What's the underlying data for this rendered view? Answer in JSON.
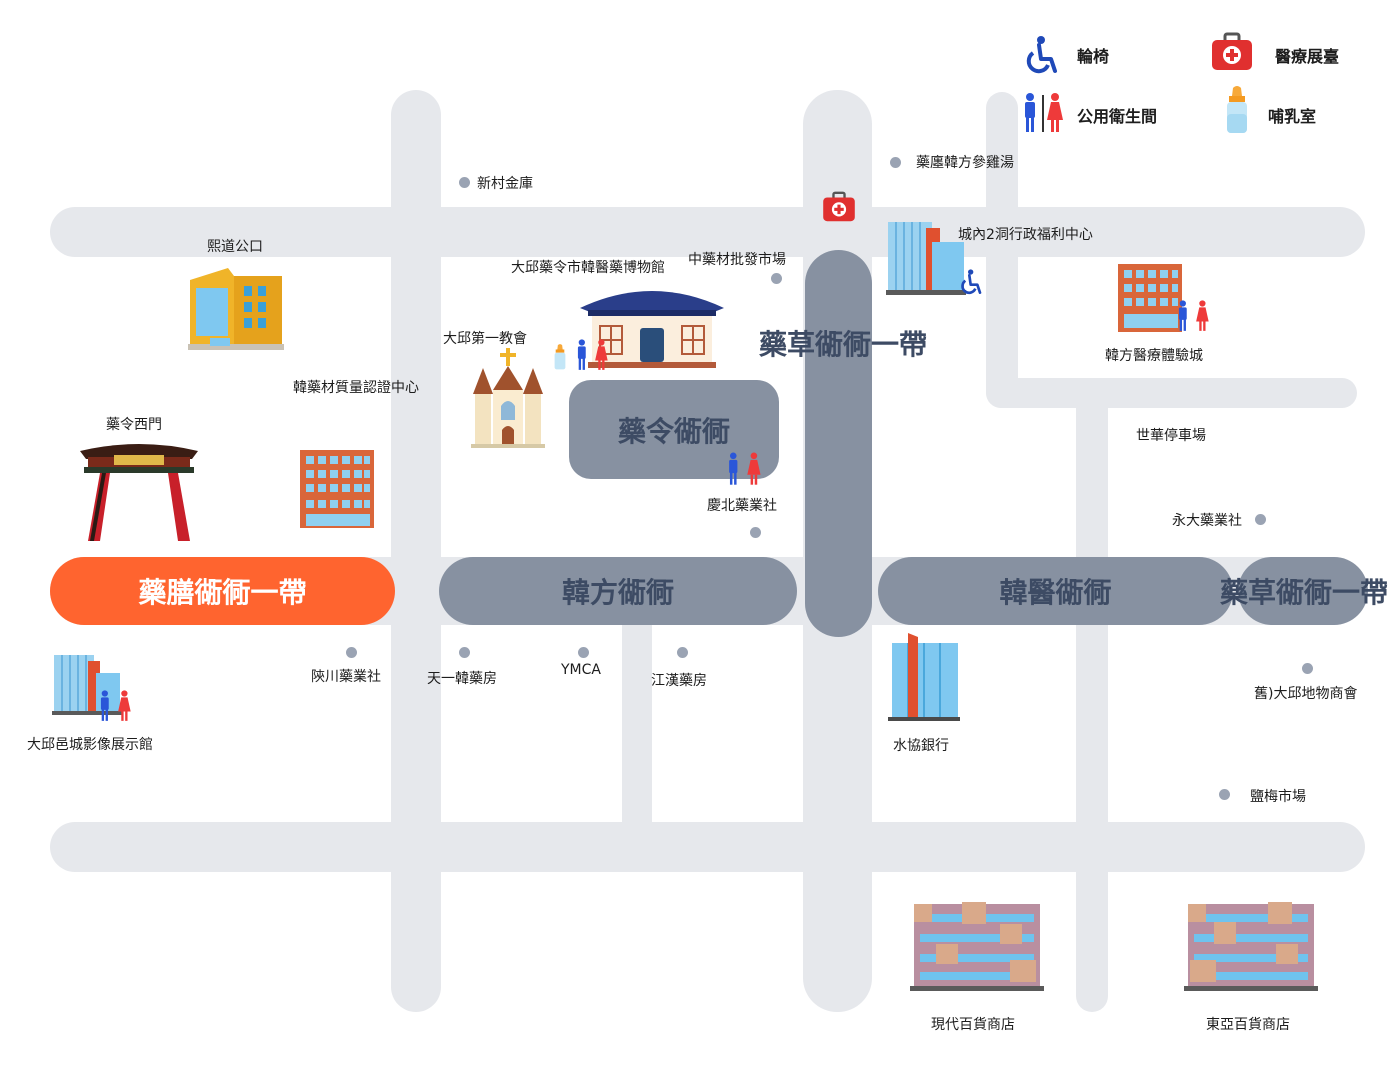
{
  "legend": {
    "wheelchair": "輪椅",
    "medical_booth": "醫療展臺",
    "restroom": "公用衛生間",
    "nursing_room": "哺乳室"
  },
  "streets": {
    "yakjeon": "藥膳衚衕一帶",
    "hanbang": "韓方衚衕",
    "yakyeong": "藥令衚衕",
    "hanui": "韓醫衚衕",
    "yakcho_vertical": "藥草衚衕一帶",
    "yakcho_right": "藥草衚衕一帶"
  },
  "places": {
    "sinchon_bank": "新村金庫",
    "yakjeon_samgyetang": "藥廛韓方參雞湯",
    "huido_public": "熙道公口",
    "museum": "大邱藥令市韓醫藥博物館",
    "herb_market": "中藥材批發市場",
    "welfare_center": "城內2洞行政福利中心",
    "first_church": "大邱第一教會",
    "quality_center": "韓藥材質量認證中心",
    "west_gate": "藥令西門",
    "experience_town": "韓方醫療體驗城",
    "sehwa_parking": "世華停車場",
    "yeongdae_pharmacy": "永大藥業社",
    "gyeongbuk_pharmacy": "慶北藥業社",
    "hapcheon_pharmacy": "陝川藥業社",
    "cheonil_pharmacy": "天一韓藥房",
    "ymca": "YMCA",
    "gangnam_pharmacy": "江漢藥房",
    "old_store": "舊)大邱地物商會",
    "image_hall": "大邱邑城影像展示館",
    "suhyup_bank": "水協銀行",
    "yeomae_market": "鹽梅市場",
    "hyundai_store": "現代百貨商店",
    "donga_store": "東亞百貨商店"
  },
  "colors": {
    "road": "#e6e8ec",
    "street_gray": "#8791a1",
    "street_highlight": "#ff642f",
    "dot": "#9aa3b3",
    "restroom_male": "#2a56d8",
    "restroom_female": "#ee3a3a",
    "medical_red": "#e0302f",
    "wheelchair_blue": "#1f49b8"
  },
  "icons": [
    "wheelchair-icon",
    "medical-kit-icon",
    "restroom-icon",
    "baby-bottle-icon",
    "building-icon",
    "hanok-icon",
    "church-icon",
    "gate-icon",
    "department-store-icon"
  ]
}
